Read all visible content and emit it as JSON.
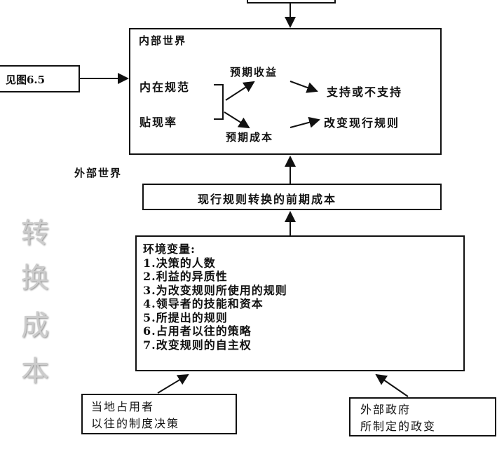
{
  "inner_world": {
    "title": "内部世界",
    "norms": "内在规范",
    "discount": "贴现率",
    "benefit": "预期收益",
    "cost": "预期成本",
    "support": "支持或不支持",
    "change": "改变现行规则"
  },
  "see_figure": "见图6.5",
  "outer_world": "外部世界",
  "upfront_cost": "现行规则转换的前期成本",
  "env": {
    "title": "环境变量:",
    "items": [
      "1.决策的人数",
      "2.利益的异质性",
      "3.为改变规则所使用的规则",
      "4.领导者的技能和资本",
      "5.所提出的规则",
      "6.占用者以往的策略",
      "7.改变规则的自主权"
    ]
  },
  "local": [
    "当地占用者",
    "以往的制度决策"
  ],
  "external": [
    "外部政府",
    "所制定的政变"
  ],
  "watermark": [
    "转",
    "换",
    "成",
    "本"
  ]
}
